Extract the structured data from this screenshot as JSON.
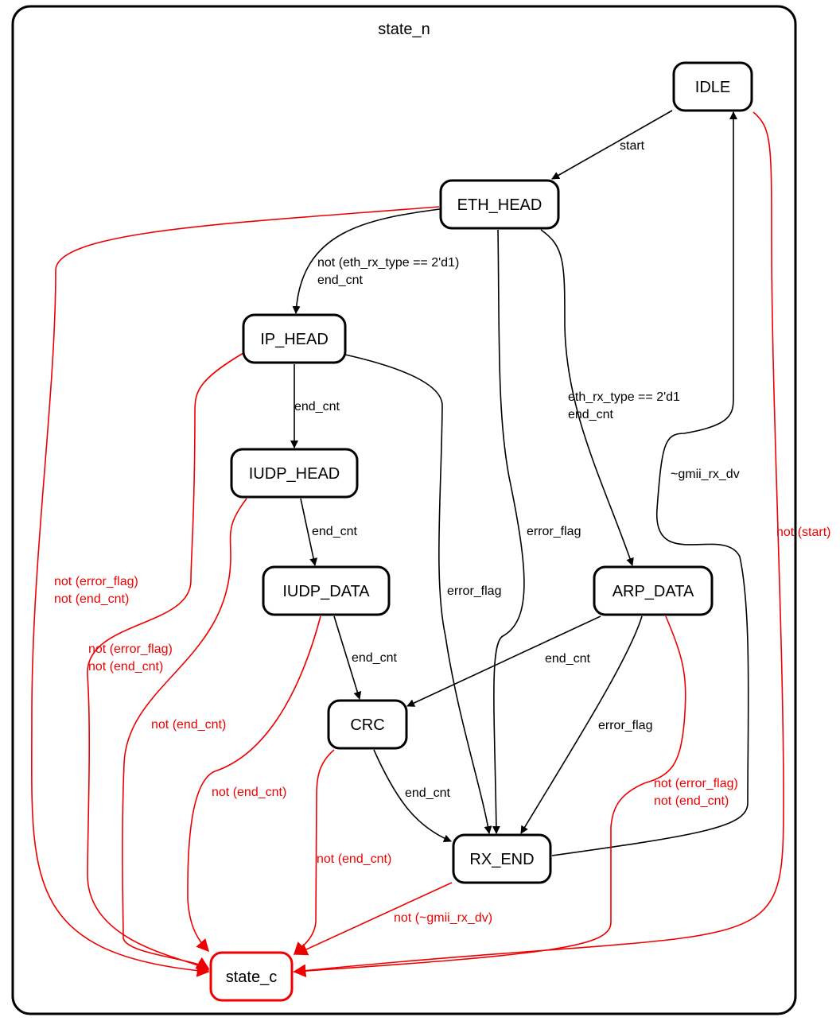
{
  "cluster": {
    "label": "state_n"
  },
  "colors": {
    "normal": "#000000",
    "fail": "#ee0000"
  },
  "nodes": {
    "idle": "IDLE",
    "eth_head": "ETH_HEAD",
    "ip_head": "IP_HEAD",
    "iudp_head": "IUDP_HEAD",
    "iudp_data": "IUDP_DATA",
    "arp_data": "ARP_DATA",
    "crc": "CRC",
    "rx_end": "RX_END",
    "state_c": "state_c"
  },
  "edges": [
    {
      "from": "IDLE",
      "to": "ETH_HEAD",
      "label": [
        "start"
      ],
      "kind": "normal"
    },
    {
      "from": "ETH_HEAD",
      "to": "IP_HEAD",
      "label": [
        "not (eth_rx_type == 2'd1)",
        "end_cnt"
      ],
      "kind": "normal"
    },
    {
      "from": "ETH_HEAD",
      "to": "RX_END",
      "label": [
        "error_flag"
      ],
      "kind": "normal"
    },
    {
      "from": "ETH_HEAD",
      "to": "ARP_DATA",
      "label": [
        "eth_rx_type == 2'd1",
        "end_cnt"
      ],
      "kind": "normal"
    },
    {
      "from": "IP_HEAD",
      "to": "IUDP_HEAD",
      "label": [
        "end_cnt"
      ],
      "kind": "normal"
    },
    {
      "from": "IP_HEAD",
      "to": "RX_END",
      "label": [
        "error_flag"
      ],
      "kind": "normal"
    },
    {
      "from": "IUDP_HEAD",
      "to": "IUDP_DATA",
      "label": [
        "end_cnt"
      ],
      "kind": "normal"
    },
    {
      "from": "IUDP_DATA",
      "to": "CRC",
      "label": [
        "end_cnt"
      ],
      "kind": "normal"
    },
    {
      "from": "ARP_DATA",
      "to": "CRC",
      "label": [
        "end_cnt"
      ],
      "kind": "normal"
    },
    {
      "from": "ARP_DATA",
      "to": "RX_END",
      "label": [
        "error_flag"
      ],
      "kind": "normal"
    },
    {
      "from": "CRC",
      "to": "RX_END",
      "label": [
        "end_cnt"
      ],
      "kind": "normal"
    },
    {
      "from": "RX_END",
      "to": "IDLE",
      "label": [
        "~gmii_rx_dv"
      ],
      "kind": "normal"
    },
    {
      "from": "IDLE",
      "to": "state_c",
      "label": [
        "not (start)"
      ],
      "kind": "fail"
    },
    {
      "from": "ETH_HEAD",
      "to": "state_c",
      "label": [
        "not (error_flag)",
        "not (end_cnt)"
      ],
      "kind": "fail"
    },
    {
      "from": "IP_HEAD",
      "to": "state_c",
      "label": [
        "not (error_flag)",
        "not (end_cnt)"
      ],
      "kind": "fail"
    },
    {
      "from": "IUDP_HEAD",
      "to": "state_c",
      "label": [
        "not (end_cnt)"
      ],
      "kind": "fail"
    },
    {
      "from": "IUDP_DATA",
      "to": "state_c",
      "label": [
        "not (end_cnt)"
      ],
      "kind": "fail"
    },
    {
      "from": "CRC",
      "to": "state_c",
      "label": [
        "not (end_cnt)"
      ],
      "kind": "fail"
    },
    {
      "from": "ARP_DATA",
      "to": "state_c",
      "label": [
        "not (error_flag)",
        "not (end_cnt)"
      ],
      "kind": "fail"
    },
    {
      "from": "RX_END",
      "to": "state_c",
      "label": [
        "not (~gmii_rx_dv)"
      ],
      "kind": "fail"
    }
  ]
}
